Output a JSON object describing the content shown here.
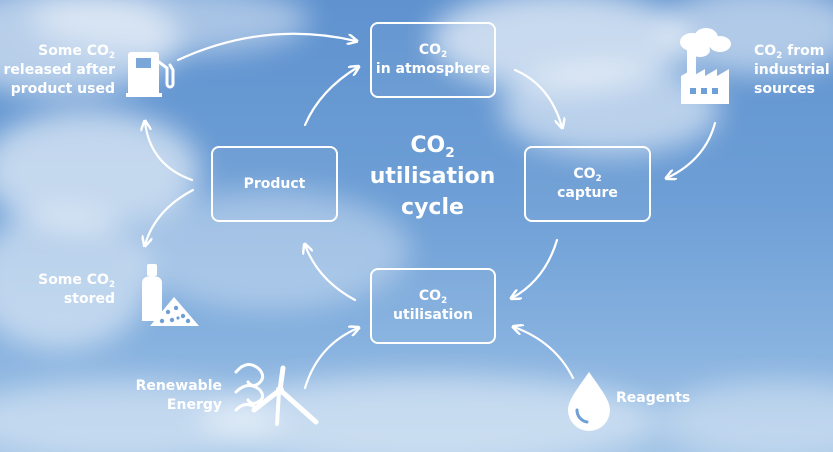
{
  "diagram": {
    "center_title": {
      "line1_prefix": "CO",
      "line1_sub": "2",
      "line2": "utilisation",
      "line3": "cycle"
    },
    "nodes": {
      "atmosphere": {
        "prefix": "CO",
        "sub": "2",
        "line2": "in atmosphere"
      },
      "capture": {
        "prefix": "CO",
        "sub": "2",
        "line2": "capture"
      },
      "utilisation": {
        "prefix": "CO",
        "sub": "2",
        "line2": "utilisation"
      },
      "product": {
        "label": "Product"
      }
    },
    "side_labels": {
      "released": {
        "prefix": "Some CO",
        "sub": "2",
        "line2": "released after",
        "line3": "product used"
      },
      "stored": {
        "prefix": "Some CO",
        "sub": "2",
        "line2": "stored"
      },
      "industrial": {
        "prefix": "CO",
        "sub": "2",
        "suffix": " from",
        "line2": "industrial",
        "line3": "sources"
      },
      "renewable": {
        "line1": "Renewable",
        "line2": "Energy"
      },
      "reagents": {
        "label": "Reagents"
      }
    },
    "icons": [
      "fuel-pump-icon",
      "factory-icon",
      "bottle-and-powder-icon",
      "wind-turbine-icon",
      "water-drop-icon"
    ],
    "colors": {
      "sky_top": "#5f92cf",
      "sky_bottom": "#a2c4e6",
      "foreground": "#ffffff"
    }
  }
}
